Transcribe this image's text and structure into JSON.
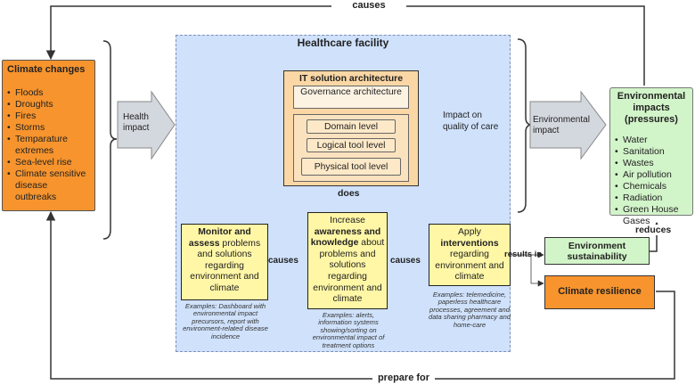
{
  "top_label": "causes",
  "bottom_label": "prepare for",
  "facility": {
    "title": "Healthcare facility"
  },
  "climate": {
    "title": "Climate changes",
    "items": [
      "Floods",
      "Droughts",
      "Fires",
      "Storms",
      "Temparature extremes",
      "Sea-level rise",
      "Climate sensitive disease outbreaks"
    ]
  },
  "health_impact": "Health impact",
  "it": {
    "title": "IT solution architecture",
    "governance": "Governance architecture",
    "levels": [
      "Domain level",
      "Logical tool level",
      "Physical tool level"
    ]
  },
  "impact_quality": "Impact on quality of care",
  "environmental_impact": "Environmental impact",
  "env_impacts": {
    "title": "Environmental impacts (pressures)",
    "items": [
      "Water",
      "Sanitation",
      "Wastes",
      "Air pollution",
      "Chemicals",
      "Radiation",
      "Green House Gases"
    ]
  },
  "does": "does",
  "monitor": {
    "bold": "Monitor and assess",
    "text": " problems and solutions regarding environment and climate",
    "example": "Examples: Dashboard with environmental impact precursors, report with environment-related disease incidence"
  },
  "causes_1": "causes",
  "increase": {
    "pre": "Increase ",
    "bold": "awareness and knowledge",
    "text": " about problems and solutions regarding environment and climate",
    "example": "Examples: alerts, information systems showing/sorting on environmental impact of treatment options"
  },
  "causes_2": "causes",
  "apply": {
    "pre": "Apply ",
    "bold": "interventions",
    "text": " regarding environment and climate",
    "example": "Examples: telemedicine, paperless healthcare processes, agreement and data sharing pharmacy and home-care"
  },
  "results_in": "results in",
  "sustainability": "Environment sustainability",
  "reduces": "reduces",
  "resilience": "Climate resilience",
  "colors": {
    "orange": "#f7942d",
    "green": "#d2f4c9",
    "blue": "#cfe1fb",
    "yellow": "#fff7a6",
    "beige": "#fbd7a5",
    "gray": "#d3d7de"
  }
}
